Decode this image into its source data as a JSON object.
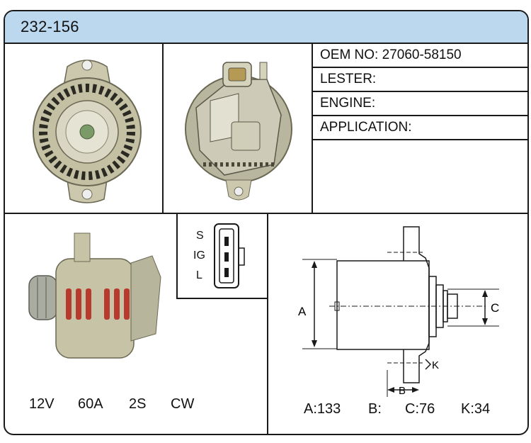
{
  "part_number": "232-156",
  "info": [
    {
      "label": "OEM NO:",
      "value": "27060-58150"
    },
    {
      "label": "LESTER:",
      "value": ""
    },
    {
      "label": "ENGINE:",
      "value": ""
    },
    {
      "label": "APPLICATION:",
      "value": ""
    }
  ],
  "connector": {
    "pins": [
      "S",
      "IG",
      "L"
    ]
  },
  "specs": {
    "voltage": "12V",
    "amperage": "60A",
    "grooves": "2S",
    "rotation": "CW"
  },
  "dimension_letters": {
    "a": "A",
    "b": "B",
    "c": "C",
    "k": "K"
  },
  "dimensions": [
    "A:133",
    "B:",
    "C:76",
    "K:34"
  ],
  "colors": {
    "header_bg": "#bcd8ef",
    "border": "#1a1a1a",
    "metal": "#c9c6ad",
    "winding": "#c0392b"
  }
}
